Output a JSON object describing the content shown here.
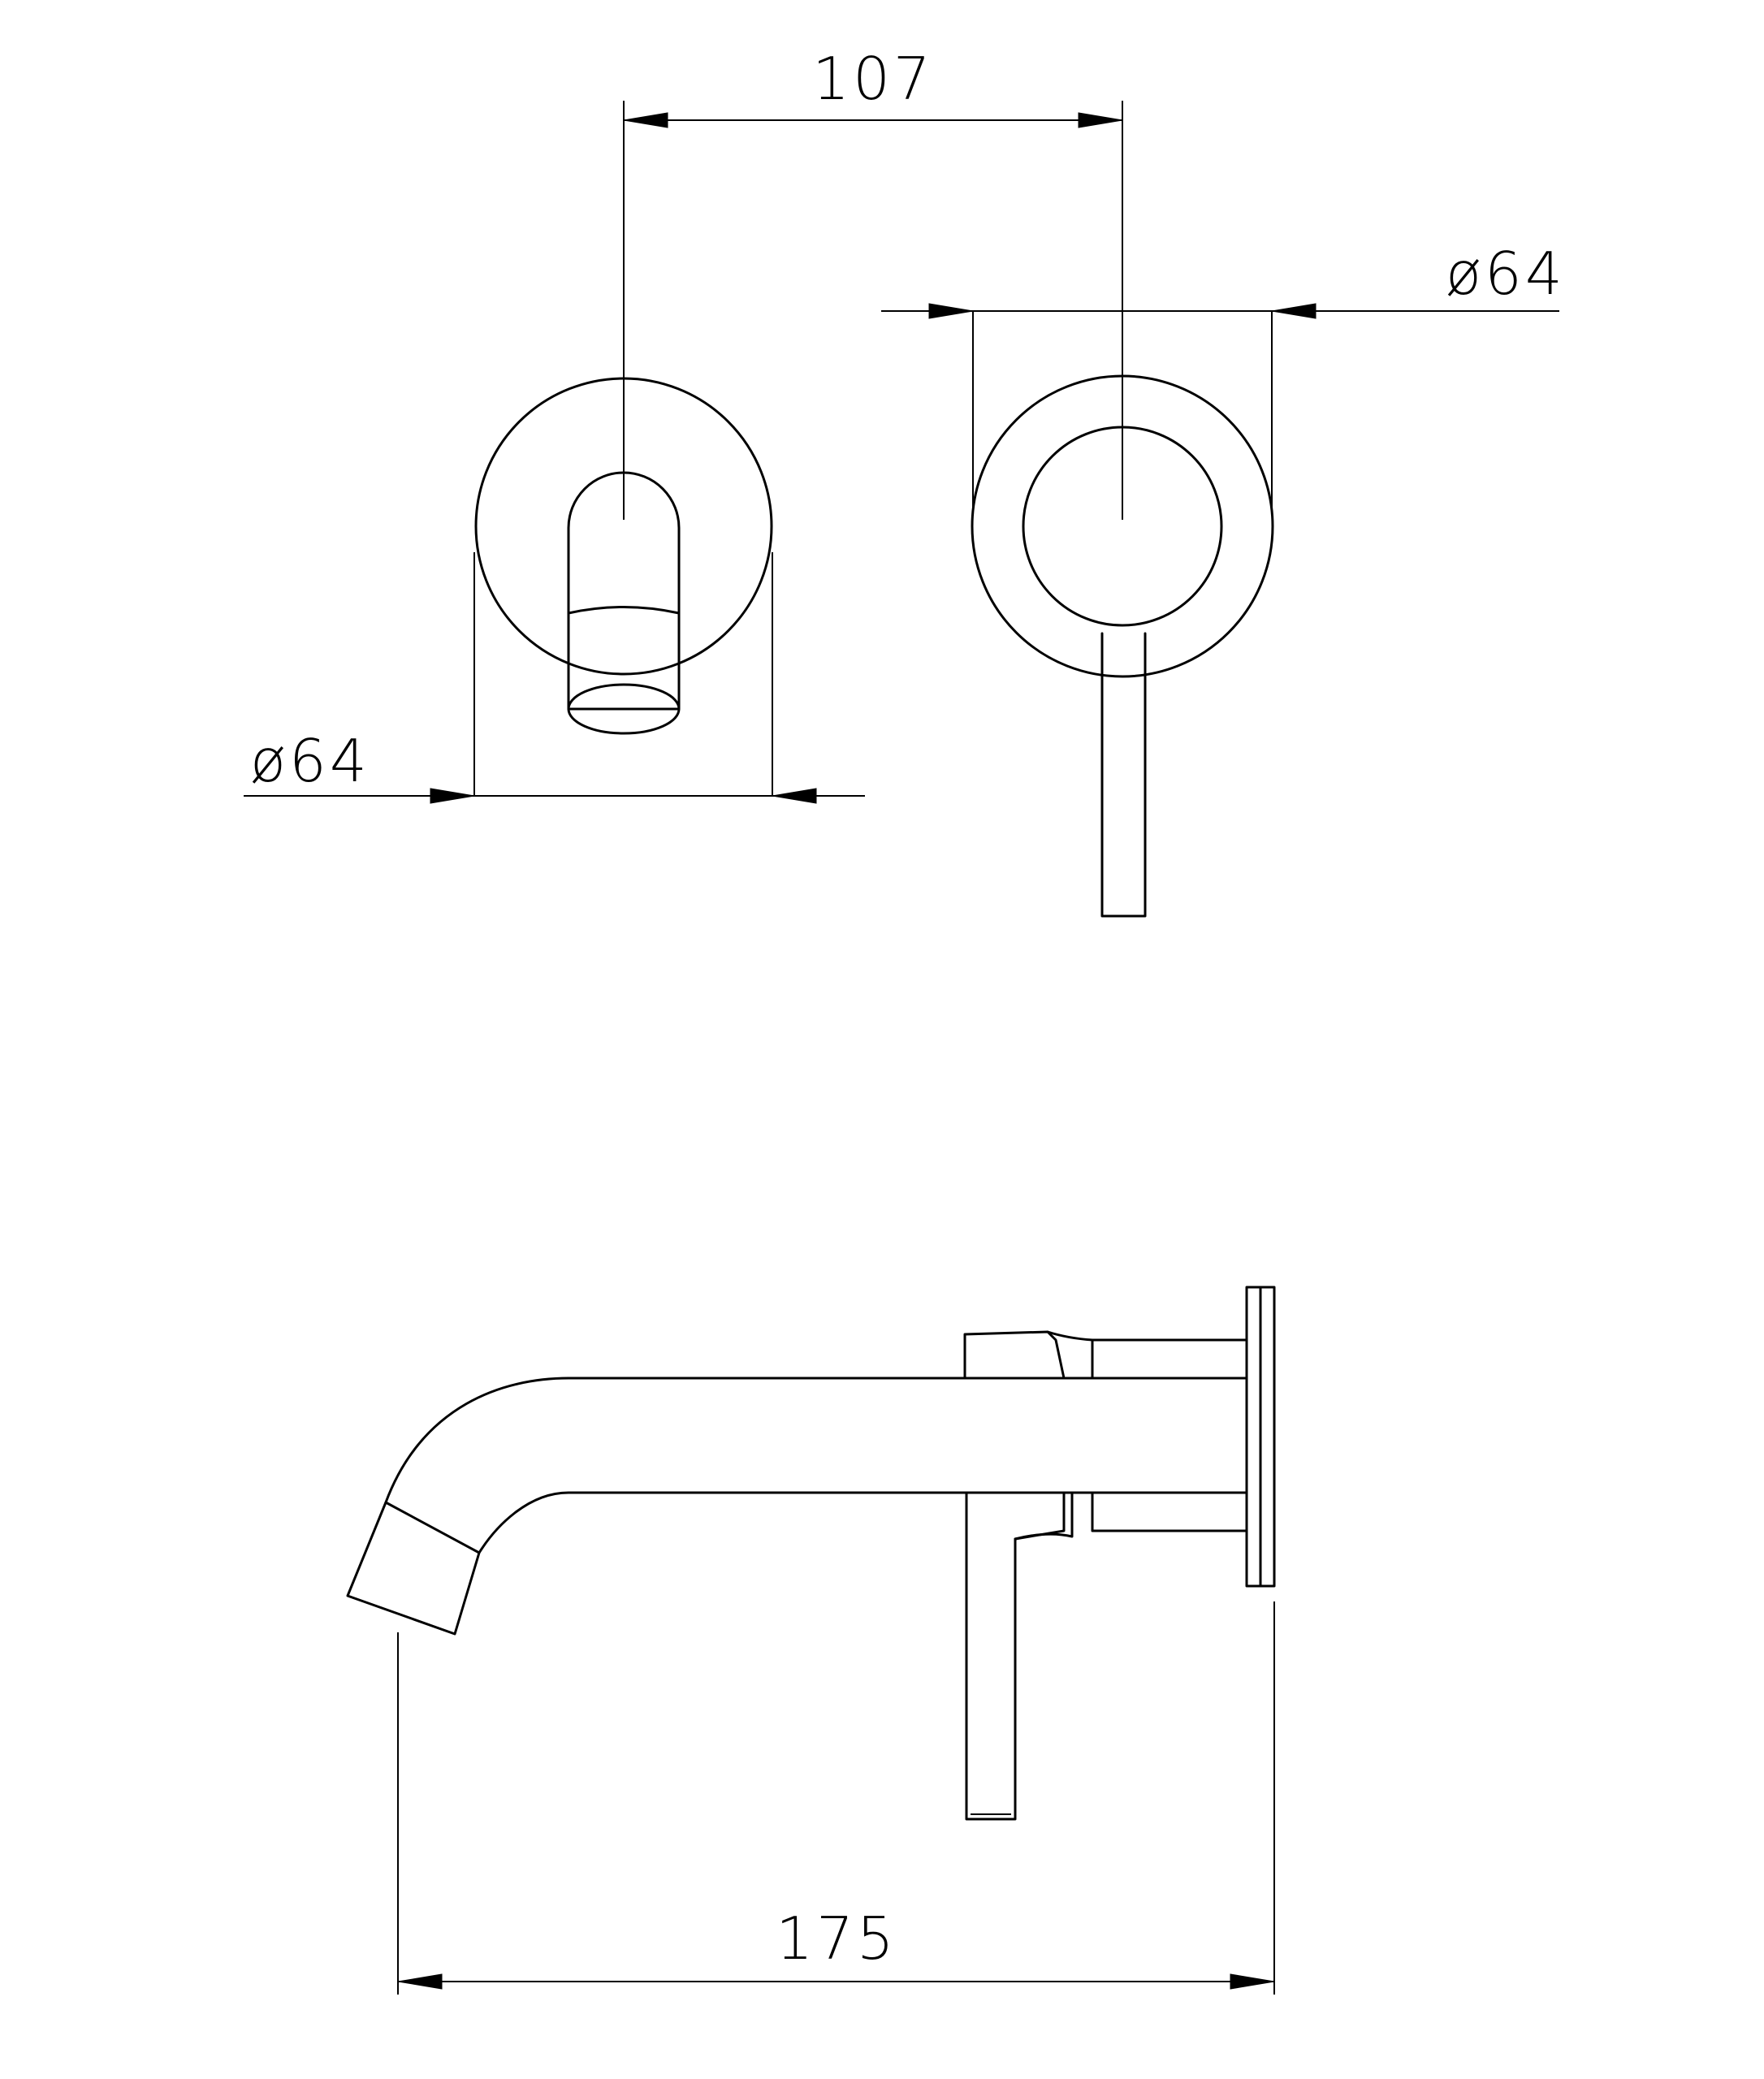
{
  "dimensions": {
    "spacing": "107",
    "diameter_right": "ø64",
    "diameter_left": "ø64",
    "length": "175"
  },
  "colors": {
    "line": "#000000",
    "background": "#ffffff"
  }
}
